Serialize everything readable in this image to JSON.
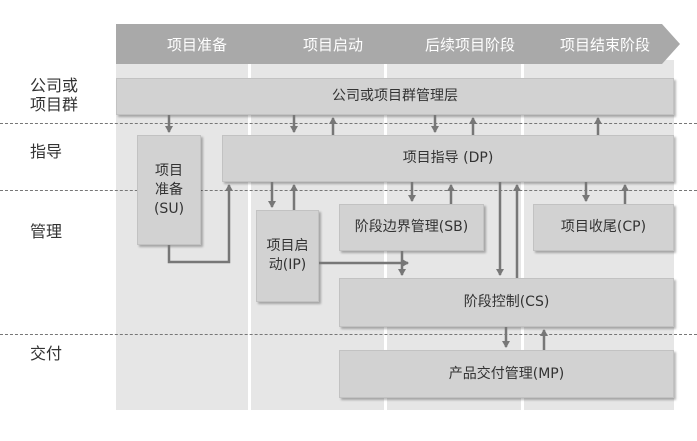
{
  "phases": [
    "项目准备",
    "项目启动",
    "后续项目阶段",
    "项目结束阶段"
  ],
  "layers": [
    "公司或\n项目群",
    "指导",
    "管理",
    "交付"
  ],
  "boxes": {
    "corporate": "公司或项目群管理层",
    "su": "项目\n准备\n(SU)",
    "dp": "项目指导 (DP)",
    "ip": "项目启\n动(IP)",
    "sb": "阶段边界管理(SB)",
    "cp": "项目收尾(CP)",
    "cs": "阶段控制(CS)",
    "mp": "产品交付管理(MP)"
  },
  "colors": {
    "chevron": "#a9a9a9",
    "column": "#e6e6e6",
    "box": "#d2d2d2",
    "arrow": "#777777"
  }
}
